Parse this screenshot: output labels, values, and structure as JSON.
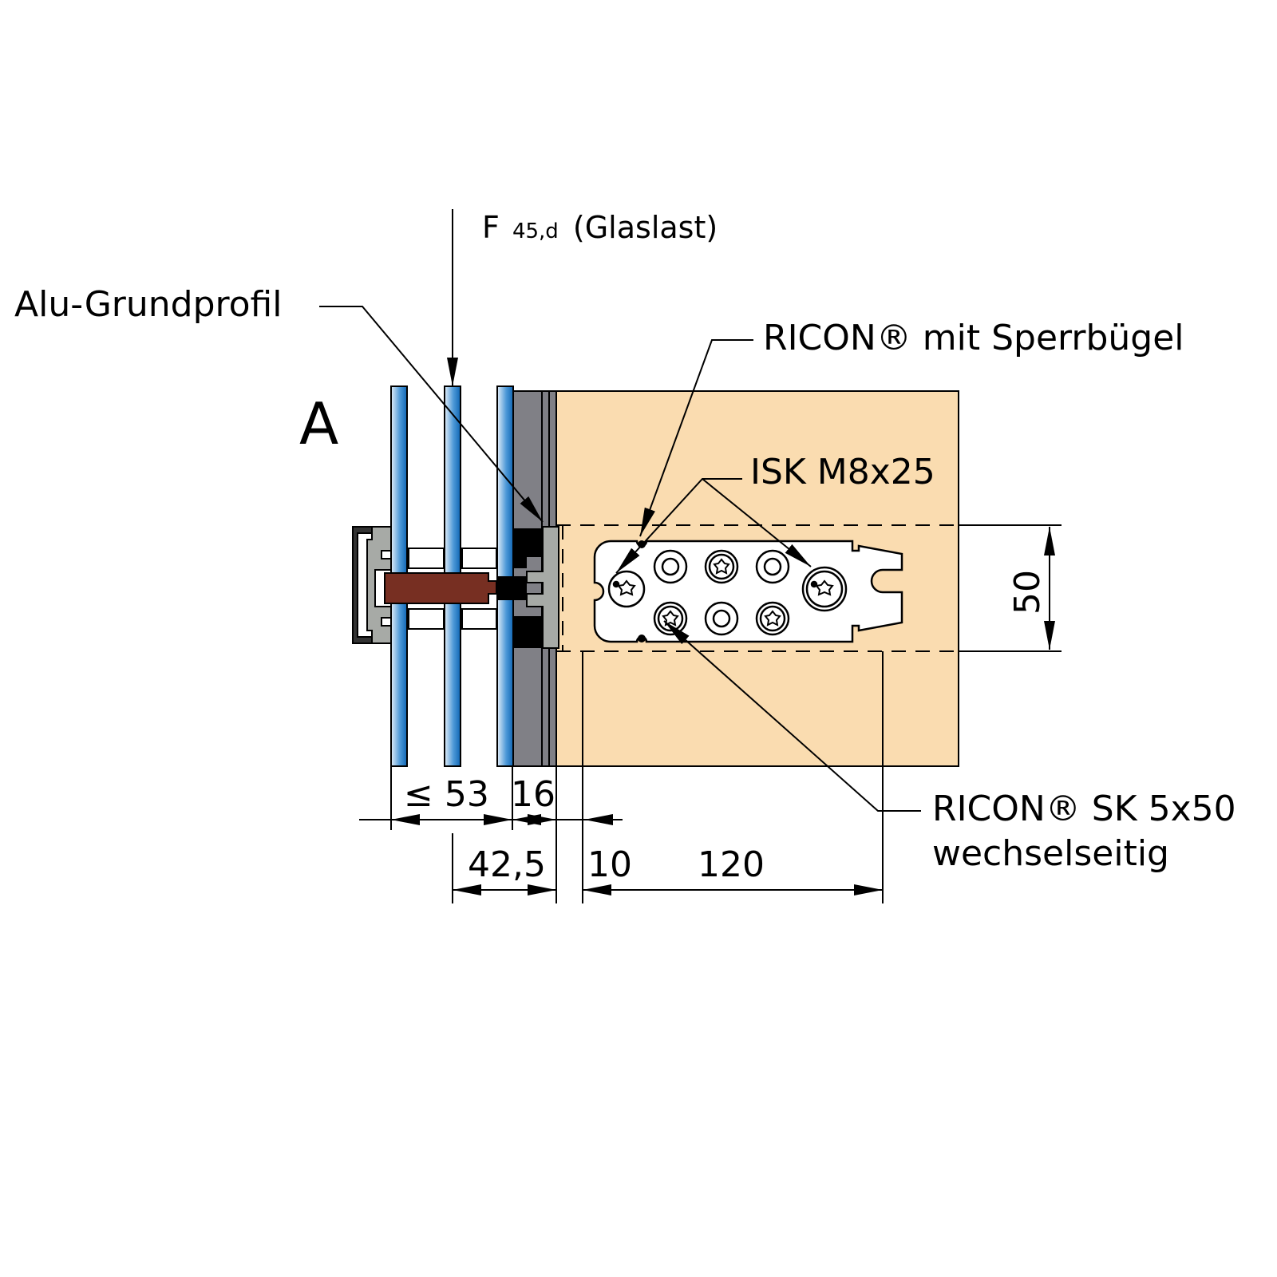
{
  "labels": {
    "section_letter": "A",
    "alu_profile": "Alu-Grundprofil",
    "load_prefix": "F",
    "load_subscript": "45,d",
    "load_suffix": "(Glaslast)",
    "ricon_lock": "RICON® mit Sperrbügel",
    "isk_screw": "ISK M8x25",
    "ricon_sk_line1": "RICON® SK 5x50",
    "ricon_sk_line2": "wechselseitig"
  },
  "dimensions": {
    "glass_width": "≤ 53",
    "profile_depth": "16",
    "offset_a": "42,5",
    "offset_b": "10",
    "connector_length": "120",
    "connector_height": "50"
  },
  "colors": {
    "timber": "#fadcb0",
    "glass_dark": "#1a72c0",
    "glass_light": "#dbe9f6",
    "profile_grey": "#808086",
    "alu": "#a7aaa6",
    "thermal_break": "#772f22",
    "line": "#000000"
  }
}
